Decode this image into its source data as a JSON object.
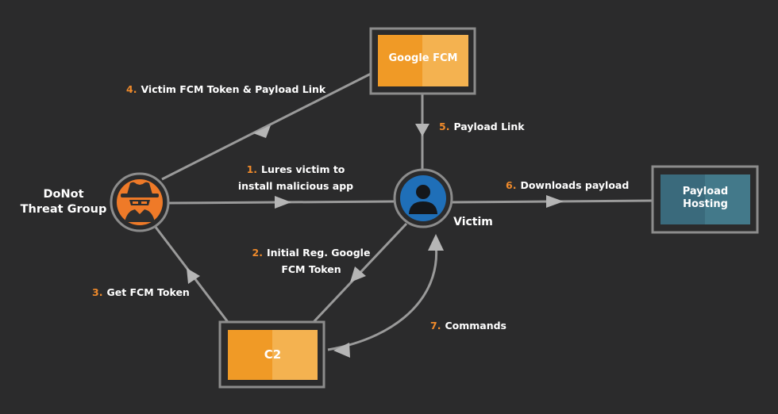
{
  "colors": {
    "background": "#2b2b2c",
    "line": "#9a9a9a",
    "box_border": "#8c8c8c",
    "orange": "#f09a26",
    "orange_light": "#f4b250",
    "blue_box": "#3a6a7c",
    "blue_box_light": "#43798a",
    "step_number": "#ef8a2b",
    "victim_circle": "#1f6fb8"
  },
  "nodes": {
    "google_fcm": {
      "label": "Google FCM"
    },
    "c2": {
      "label": "C2"
    },
    "payload_hosting": {
      "label_line1": "Payload",
      "label_line2": "Hosting"
    },
    "donot": {
      "label_line1": "DoNot",
      "label_line2": "Threat Group",
      "icon": "hacker-spy-icon"
    },
    "victim": {
      "label": "Victim",
      "icon": "user-icon"
    }
  },
  "edges": {
    "step1": {
      "num": "1.",
      "line1": "Lures victim to",
      "line2": "install malicious app"
    },
    "step2": {
      "num": "2.",
      "line1": "Initial Reg. Google",
      "line2": "FCM Token"
    },
    "step3": {
      "num": "3.",
      "text": "Get FCM Token"
    },
    "step4": {
      "num": "4.",
      "text": "Victim FCM Token & Payload Link"
    },
    "step5": {
      "num": "5.",
      "text": "Payload Link"
    },
    "step6": {
      "num": "6.",
      "text": "Downloads payload"
    },
    "step7": {
      "num": "7.",
      "text": "Commands"
    }
  }
}
